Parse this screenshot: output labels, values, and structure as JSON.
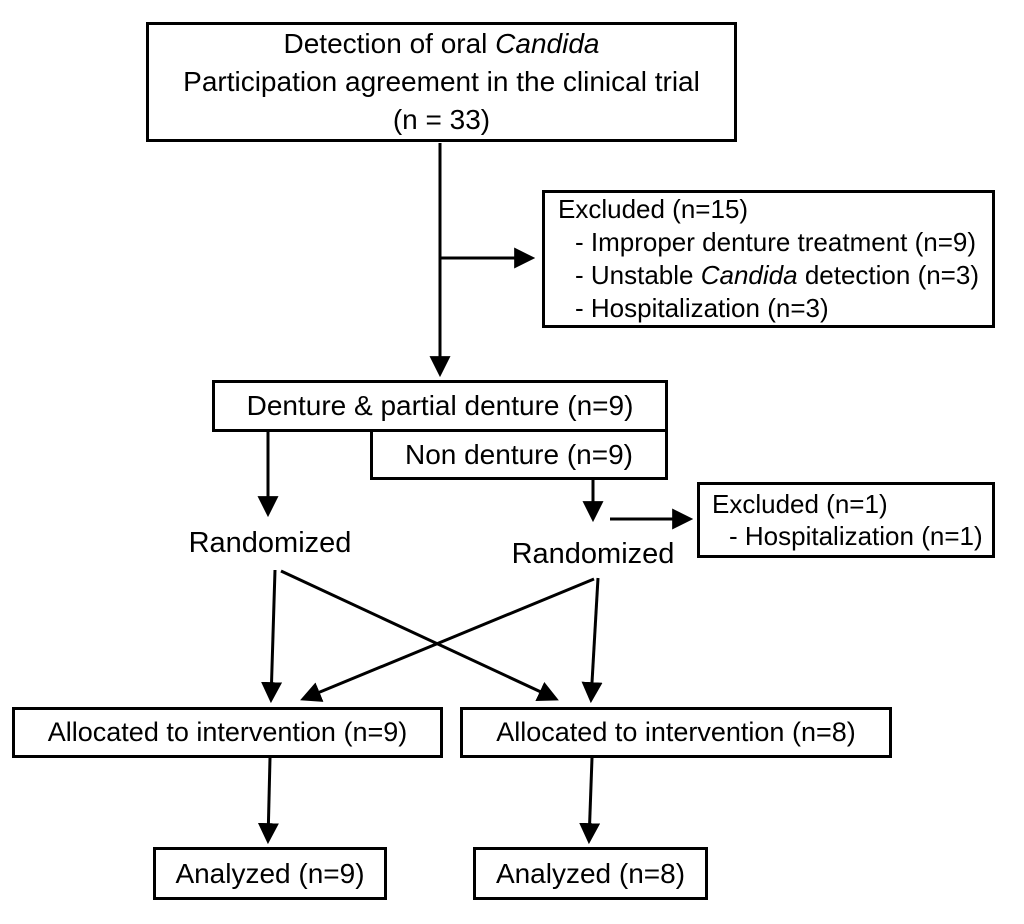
{
  "diagram": {
    "enrollment_box": {
      "line1_prefix": "Detection of oral ",
      "line1_italic": "Candida",
      "line2": "Participation agreement in the clinical trial",
      "line3": "(n = 33)"
    },
    "excluded_main_box": {
      "title": "Excluded (n=15)",
      "item1": "- Improper denture treatment (n=9)",
      "item2_prefix": "- Unstable ",
      "item2_italic": "Candida",
      "item2_suffix": " detection (n=3)",
      "item3": "- Hospitalization (n=3)"
    },
    "denture_box": "Denture & partial denture (n=9)",
    "non_denture_box": "Non denture (n=9)",
    "randomized_left_label": "Randomized",
    "randomized_right_label": "Randomized",
    "excluded_non_denture_box": {
      "title": "Excluded (n=1)",
      "item1": "- Hospitalization (n=1)"
    },
    "allocated_left_box": "Allocated to intervention (n=9)",
    "allocated_right_box": "Allocated to intervention (n=8)",
    "analyzed_left_box": "Analyzed (n=9)",
    "analyzed_right_box": "Analyzed (n=8)"
  },
  "colors": {
    "background": "#ffffff",
    "line": "#000000",
    "box_border": "#000000",
    "text": "#000000"
  }
}
